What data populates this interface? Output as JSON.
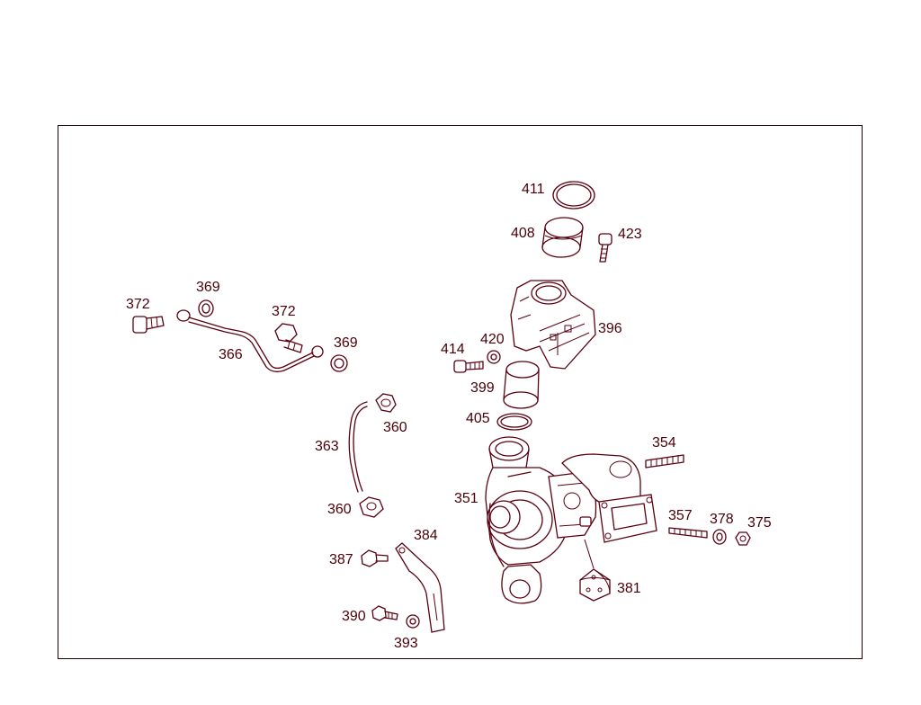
{
  "labels": {
    "p411": "411",
    "p408": "408",
    "p423": "423",
    "p396": "396",
    "p420": "420",
    "p414": "414",
    "p399": "399",
    "p405": "405",
    "p372a": "372",
    "p369a": "369",
    "p372b": "372",
    "p369b": "369",
    "p366": "366",
    "p360a": "360",
    "p363": "363",
    "p360b": "360",
    "p354": "354",
    "p351": "351",
    "p357": "357",
    "p378": "378",
    "p375": "375",
    "p384": "384",
    "p387": "387",
    "p381": "381",
    "p390": "390",
    "p393": "393"
  },
  "colors": {
    "line": "#5a0010",
    "text": "#4a0008",
    "frame": "#1a0000",
    "background": "#ffffff"
  }
}
